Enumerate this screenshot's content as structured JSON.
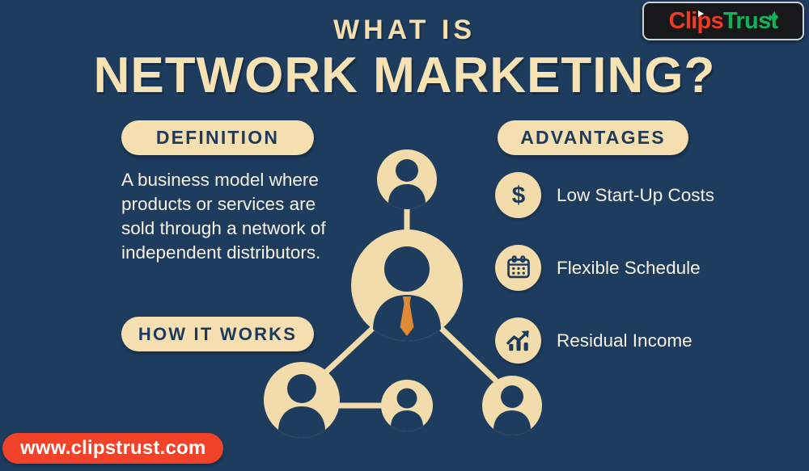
{
  "brand": {
    "logo_clips": "Clips",
    "logo_trust": "Trust",
    "logo_play_icon": "play-triangle-icon",
    "logo_thumb_icon": "thumbs-up-icon",
    "logo_bg_color": "#17181a",
    "clips_color": "#ef3b23",
    "trust_color": "#12b358"
  },
  "header": {
    "eyebrow": "WHAT IS",
    "title": "NETWORK MARKETING?"
  },
  "theme": {
    "background": "#1e3c5e",
    "cream": "#f5dfb0",
    "text_light": "#f8f3e7",
    "accent_orange": "#e08b34",
    "url_red": "#f2432a"
  },
  "definition": {
    "pill_label": "DEFINITION",
    "body": "A business model where products or services are sold through a network of independent distributors."
  },
  "how_it_works": {
    "pill_label": "HOW IT WORKS"
  },
  "advantages": {
    "pill_label": "ADVANTAGES",
    "items": [
      {
        "icon": "dollar-sign-icon",
        "label": "Low Start-Up Costs"
      },
      {
        "icon": "calendar-icon",
        "label": "Flexible Schedule"
      },
      {
        "icon": "growth-chart-icon",
        "label": "Residual Income"
      }
    ]
  },
  "network_diagram": {
    "nodes": [
      {
        "id": "upline",
        "role": "person-icon",
        "has_tie": false
      },
      {
        "id": "center",
        "role": "person-with-tie-icon",
        "has_tie": true
      },
      {
        "id": "downline-left",
        "role": "person-icon",
        "has_tie": false
      },
      {
        "id": "downline-middle",
        "role": "person-icon",
        "has_tie": false
      },
      {
        "id": "downline-right",
        "role": "person-icon",
        "has_tie": false
      }
    ],
    "connections": [
      "upline-center",
      "center-downline-left",
      "center-downline-right",
      "downline-left-downline-middle"
    ]
  },
  "footer": {
    "url": "www.clipstrust.com"
  }
}
